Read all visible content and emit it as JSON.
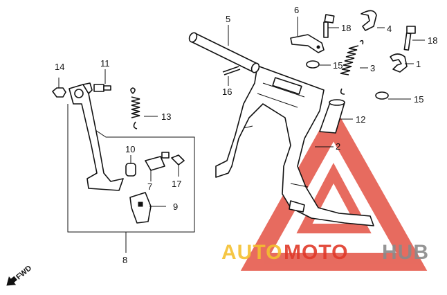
{
  "labels": [
    {
      "text": "1"
    },
    {
      "text": "2"
    },
    {
      "text": "3"
    },
    {
      "text": "4"
    },
    {
      "text": "5"
    },
    {
      "text": "6"
    },
    {
      "text": "7"
    },
    {
      "text": "8"
    },
    {
      "text": "9"
    },
    {
      "text": "10"
    },
    {
      "text": "11"
    },
    {
      "text": "12"
    },
    {
      "text": "13"
    },
    {
      "text": "14"
    },
    {
      "text": "15"
    },
    {
      "text": "15"
    },
    {
      "text": "16"
    },
    {
      "text": "17"
    },
    {
      "text": "18"
    },
    {
      "text": "18"
    }
  ],
  "fwd_label": "FWD",
  "watermark": {
    "part1": "AUTO",
    "part2": "MOTO",
    "part3": "HUB",
    "color_yellow": "#f4c030",
    "color_red": "#e03a2a",
    "color_gray": "#8a8a8a"
  }
}
